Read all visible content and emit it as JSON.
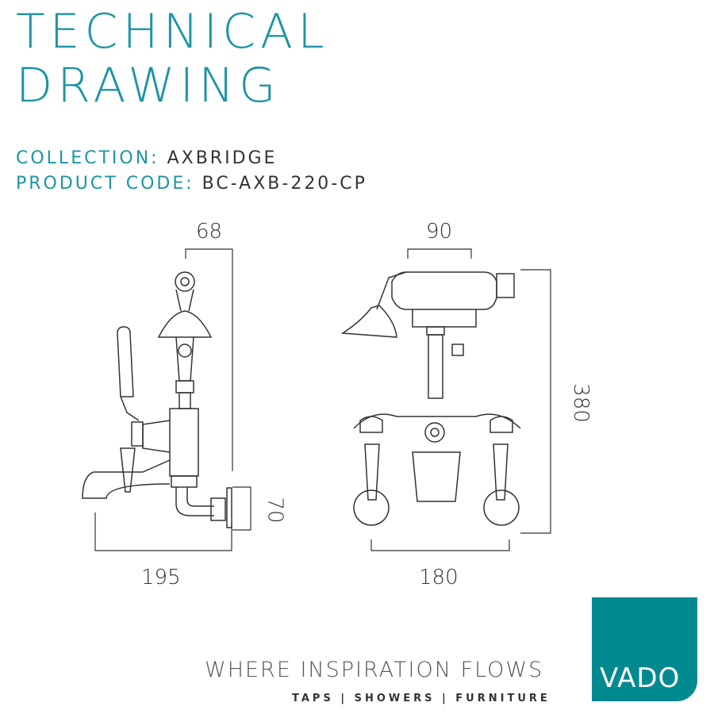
{
  "header": {
    "title_line1": "TECHNICAL",
    "title_line2": "DRAWING"
  },
  "meta": {
    "collection_label": "COLLECTION:",
    "collection_value": "AXBRIDGE",
    "product_code_label": "PRODUCT CODE:",
    "product_code_value": "BC-AXB-220-CP"
  },
  "dimensions": {
    "side_top": "68",
    "side_height": "70",
    "side_width": "195",
    "front_top": "90",
    "front_height": "380",
    "front_width": "180"
  },
  "footer": {
    "tagline": "WHERE INSPIRATION FLOWS",
    "categories": "TAPS | SHOWERS | FURNITURE",
    "logo_text": "VADO"
  },
  "colors": {
    "accent": "#1d95a3",
    "logo": "#008a8f"
  }
}
